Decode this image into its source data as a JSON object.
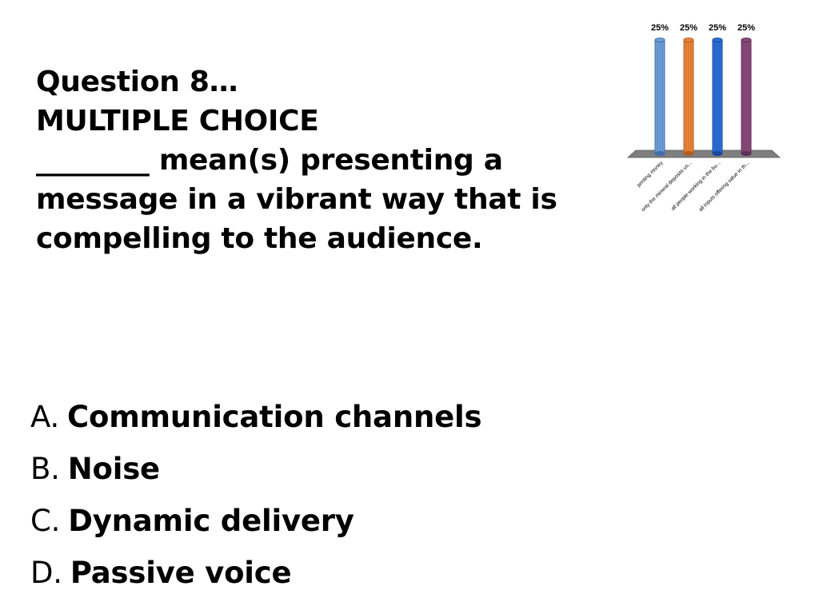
{
  "question": {
    "lines": [
      "Question 8…",
      "MULTIPLE CHOICE",
      "________ mean(s) presenting a",
      "message in a vibrant way that is",
      "compelling to the audience."
    ]
  },
  "answers": [
    {
      "letter": "A.",
      "text": "Communication channels"
    },
    {
      "letter": "B.",
      "text": "Noise"
    },
    {
      "letter": "C.",
      "text": "Dynamic delivery"
    },
    {
      "letter": "D.",
      "text": "Passive voice"
    }
  ],
  "chart_data": {
    "type": "bar",
    "title": "",
    "xlabel": "",
    "ylabel": "",
    "categories": [
      "printing money",
      "only the mineral deposits us...",
      "all people working in the bu...",
      "all inputs offering value in th..."
    ],
    "values": [
      25,
      25,
      25,
      25
    ],
    "value_labels": [
      "25%",
      "25%",
      "25%",
      "25%"
    ],
    "ylim": [
      0,
      25
    ],
    "grid": false,
    "bar_colors": [
      "#6f9fd8",
      "#e9853a",
      "#2c6fd6",
      "#8c4a7c"
    ],
    "bar_edge_colors": [
      "#3f6fa8",
      "#b35c1e",
      "#174a9c",
      "#5e2f54"
    ],
    "floor_color": "#7f7f7f"
  }
}
